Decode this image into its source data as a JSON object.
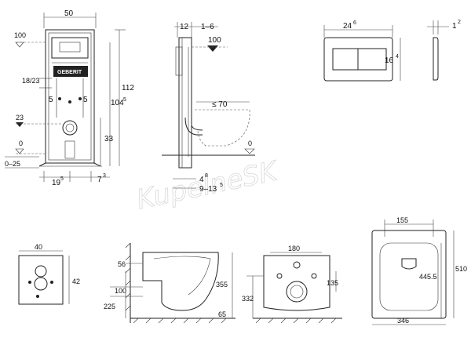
{
  "watermark": "KupelneSK",
  "frame_front": {
    "width_label": "50",
    "height_label": "112",
    "depth_label_main": "104",
    "depth_label_sup": "5",
    "level_top": "100",
    "level_23": "23",
    "level_0": "0",
    "range_label": "0–25",
    "spacing_label": "18/23",
    "left_5": "5",
    "right_5": "5",
    "height_33": "33",
    "bottom_left_main": "19",
    "bottom_left_sup": "5",
    "bottom_right_main": "7",
    "bottom_right_sup": "3",
    "brand": "GEBERIT"
  },
  "frame_side": {
    "depth_label": "12",
    "adjust_label": "1–6",
    "level_top": "100",
    "projection_label": "≤ 70",
    "level_0": "0",
    "offset_main": "4",
    "offset_sup": "8",
    "range_main": "9–13",
    "range_sup": "5"
  },
  "plate_front": {
    "width_main": "24",
    "width_sup": "6",
    "height_main": "16",
    "height_sup": "4"
  },
  "plate_side": {
    "depth_main": "1",
    "depth_sup": "2"
  },
  "soundproof_pad": {
    "width_label": "40",
    "height_label": "42"
  },
  "bowl_side": {
    "dim_56": "56",
    "dim_100": "100",
    "dim_225": "225",
    "dim_355": "355",
    "dim_65": "65"
  },
  "bowl_back": {
    "width_label": "180",
    "height_135": "135",
    "height_332": "332"
  },
  "bowl_top": {
    "width_top": "155",
    "length_label": "510",
    "inner_length": "445.5",
    "width_bottom": "346"
  }
}
